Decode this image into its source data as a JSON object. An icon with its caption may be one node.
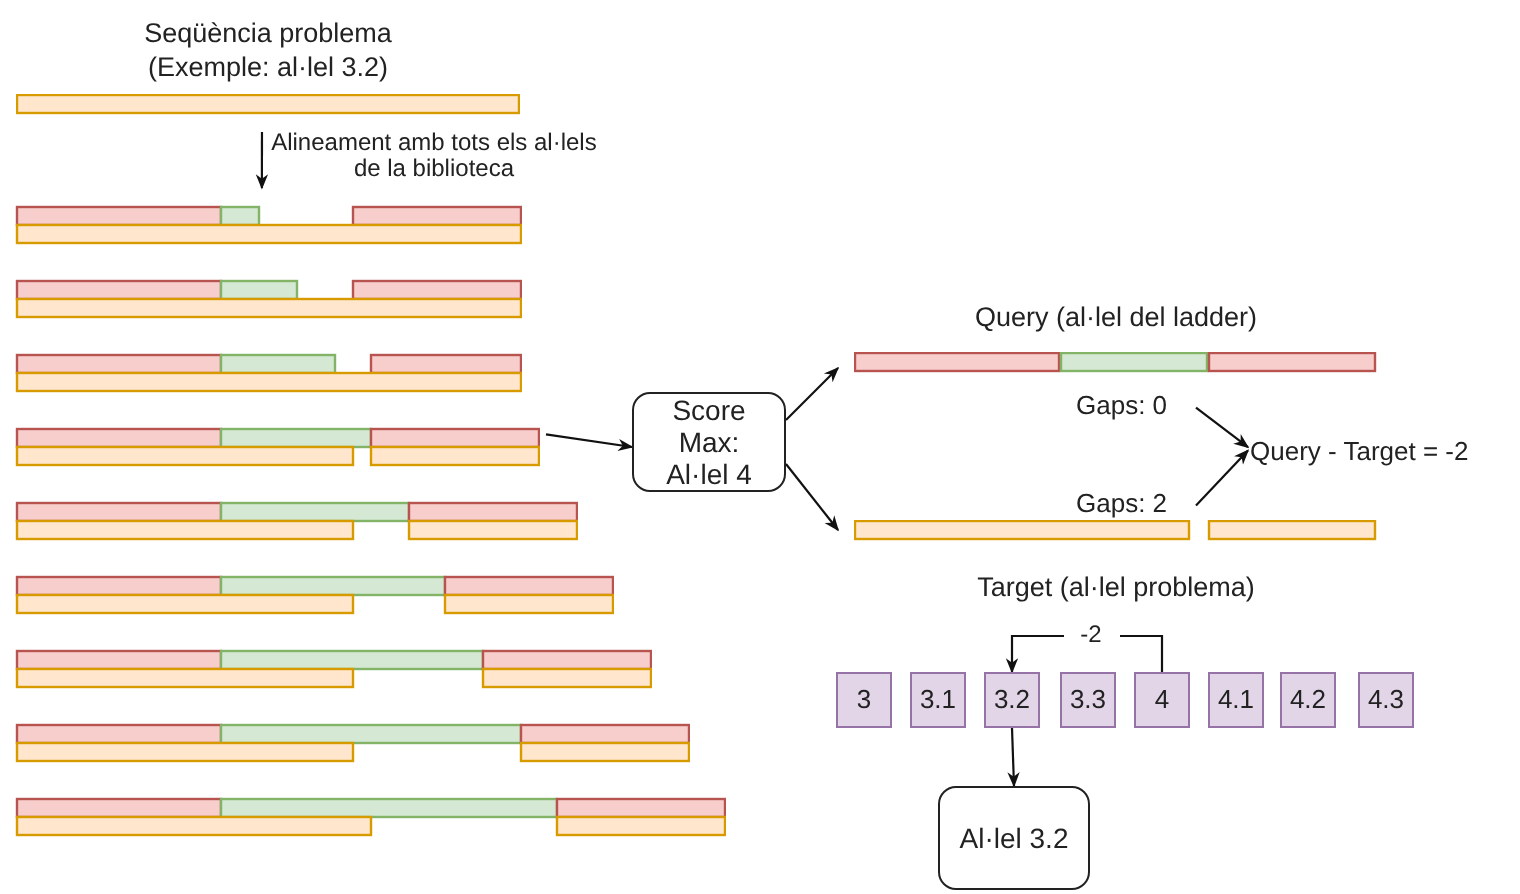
{
  "diagram": {
    "nodes": [
      {
        "text": [
          "Seqüència problema (Exemple: al·lel 3.2)"
        ]
      },
      {
        "text": [],
        "shape": "bar"
      },
      {
        "text": [],
        "shape": "bar"
      },
      {
        "text": [],
        "shape": "bar"
      },
      {
        "text": [],
        "shape": "bar"
      },
      {
        "text": [],
        "shape": "bar"
      },
      {
        "text": [],
        "shape": "bar"
      },
      {
        "text": [],
        "shape": "bar"
      },
      {
        "text": [],
        "shape": "bar"
      },
      {
        "text": [],
        "shape": "bar"
      },
      {
        "text": [
          "Score Max: Al·lel 4"
        ]
      },
      {
        "text": [
          "Query (al·lel del ladder)"
        ]
      },
      {
        "text": [
          "Target (al·lel problema)"
        ]
      },
      {
        "text": [
          "Gaps: 0"
        ]
      },
      {
        "text": [
          "Gaps: 2"
        ]
      },
      {
        "text": [
          "Query - Target = -2"
        ]
      },
      {
        "text": [
          "3"
        ]
      },
      {
        "text": [
          "3.1"
        ]
      },
      {
        "text": [
          "3.2"
        ]
      },
      {
        "text": [
          "3.3"
        ]
      },
      {
        "text": [
          "4"
        ]
      },
      {
        "text": [
          "4.1"
        ]
      },
      {
        "text": [
          "4.2"
        ]
      },
      {
        "text": [
          "4.3"
        ]
      },
      {
        "text": [
          "Al·lel 3.2"
        ]
      }
    ],
    "edges": [
      {
        "from": 0,
        "to": 1,
        "arrow": "to",
        "label": "Alineament amb tots els al·lels de la biblioteca"
      },
      {
        "from": 4,
        "to": 10,
        "arrow": "to"
      },
      {
        "from": 10,
        "to": 11,
        "arrow": "to"
      },
      {
        "from": 10,
        "to": 12,
        "arrow": "to"
      },
      {
        "from": 13,
        "to": 15,
        "arrow": "to"
      },
      {
        "from": 14,
        "to": 15,
        "arrow": "to"
      },
      {
        "from": 20,
        "to": 18,
        "arrow": "to",
        "label": "-2"
      },
      {
        "from": 18,
        "to": 24,
        "arrow": "to"
      }
    ]
  }
}
